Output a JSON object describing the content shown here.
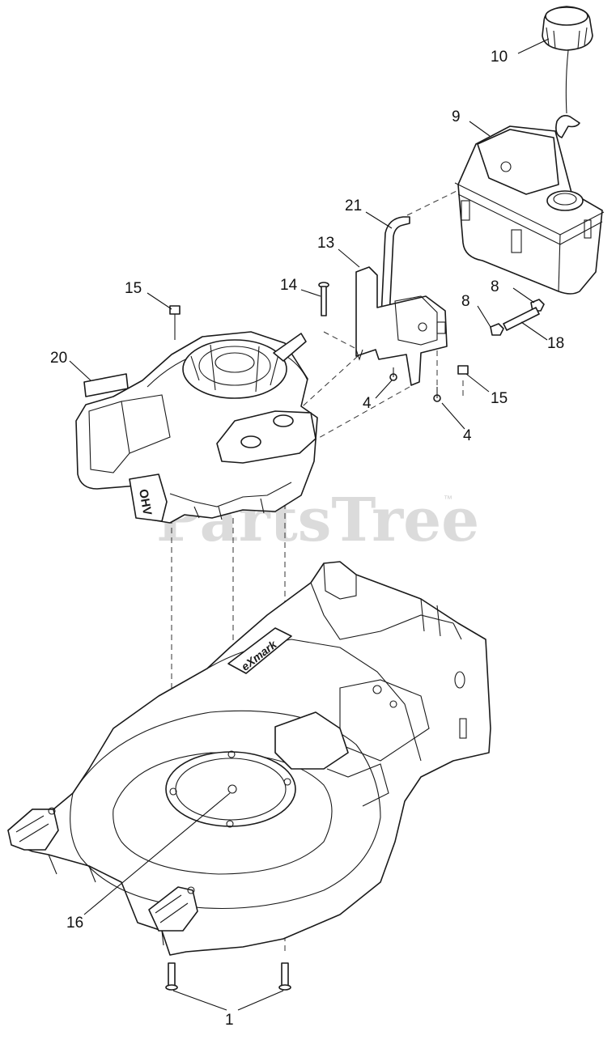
{
  "diagram": {
    "watermark": "PartsTree",
    "trademark": "™",
    "deck_logo_text": "eXmark",
    "engine_badge_text": "OHV",
    "callouts": [
      {
        "id": "c10",
        "label": "10"
      },
      {
        "id": "c9",
        "label": "9"
      },
      {
        "id": "c21",
        "label": "21"
      },
      {
        "id": "c13",
        "label": "13"
      },
      {
        "id": "c14",
        "label": "14"
      },
      {
        "id": "c15a",
        "label": "15"
      },
      {
        "id": "c20",
        "label": "20"
      },
      {
        "id": "c8a",
        "label": "8"
      },
      {
        "id": "c8b",
        "label": "8"
      },
      {
        "id": "c18",
        "label": "18"
      },
      {
        "id": "c15b",
        "label": "15"
      },
      {
        "id": "c4a",
        "label": "4"
      },
      {
        "id": "c4b",
        "label": "4"
      },
      {
        "id": "c16",
        "label": "16"
      },
      {
        "id": "c1",
        "label": "1"
      }
    ]
  }
}
